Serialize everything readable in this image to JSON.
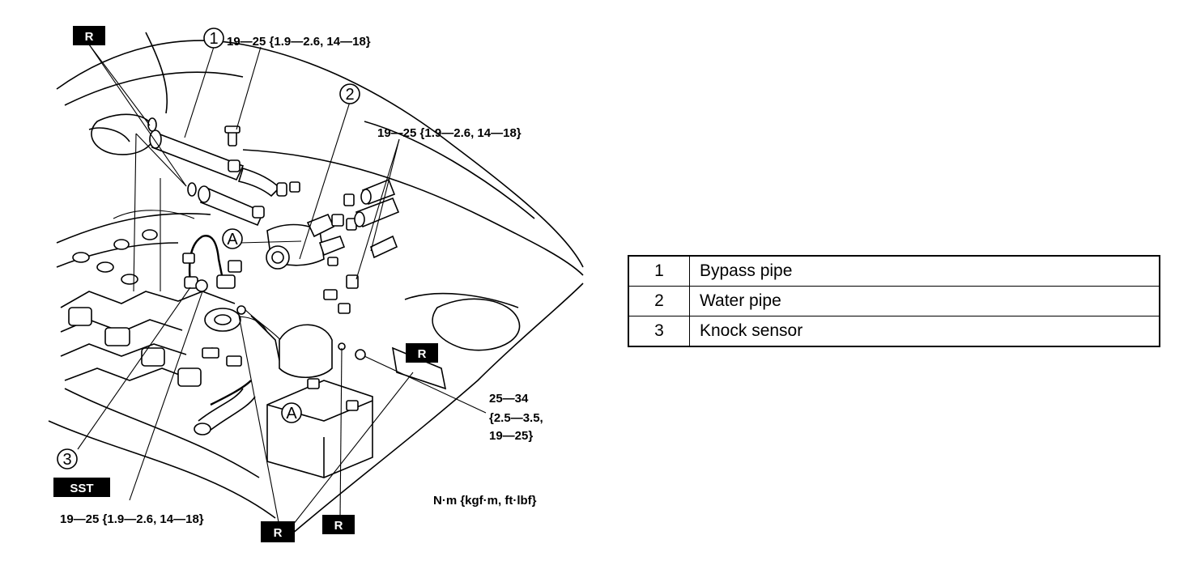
{
  "diagram": {
    "torque_top": "19—25 {1.9—2.6, 14—18}",
    "torque_right": "19—25 {1.9—2.6, 14—18}",
    "torque_bottom": "19—25 {1.9—2.6, 14—18}",
    "torque_side_line1": "25—34",
    "torque_side_line2": "{2.5—3.5,",
    "torque_side_line3": "19—25}",
    "units": "N·m {kgf·m, ft·lbf}",
    "replace_tag": "R",
    "sst_tag": "SST",
    "view_ref": "A",
    "callout_1": "1",
    "callout_2": "2",
    "callout_3": "3"
  },
  "legend": {
    "rows": [
      {
        "num": "1",
        "name": "Bypass pipe"
      },
      {
        "num": "2",
        "name": "Water pipe"
      },
      {
        "num": "3",
        "name": "Knock sensor"
      }
    ]
  }
}
